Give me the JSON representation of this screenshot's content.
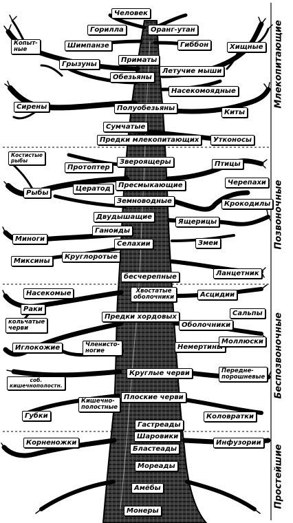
{
  "sections": {
    "mammals": "Млекопитающие",
    "vertebrates": "Позвоночные",
    "invertebrates": "Беспозвоночные",
    "protozoa": "Простейшие"
  },
  "labels": {
    "chelovek": "Человек",
    "gorilla": "Горилла",
    "orang": "Оранг-утан",
    "shimpanze": "Шимпанзе",
    "gibbon": "Гиббон",
    "kopytnye": "Копыт-\nные",
    "hishchnye": "Хищные",
    "gryzuny": "Грызуны",
    "primaty": "Приматы",
    "obezyany": "Обезьяны",
    "letuchie": "Летучие мыши",
    "nasekomoyadnye": "Насекомоядные",
    "sireny": "Сирены",
    "poluobezyany": "Полуобезьяны",
    "kity": "Киты",
    "sumchatye": "Сумчатые",
    "predki_mlek": "Предки млекопитающих",
    "utkonosy": "Утконосы",
    "kostistye": "Костистые\nрыбы",
    "protopter": "Протоптер",
    "zveroyashchery": "Звероящеры",
    "ptitsy": "Птицы",
    "cheratod": "Цератод",
    "cherepakhi": "Черепахи",
    "ryby": "Рыбы",
    "presmykayushchiesya": "Пресмыкающие",
    "zemnovodnye": "Земноводные",
    "krokodily": "Крокодилы",
    "dvudyshashchie": "Двудышащие",
    "yashcheritsy": "Ящерицы",
    "ganoidy": "Ганоиды",
    "minogi": "Миноги",
    "selakhii": "Селахии",
    "zmei": "Змеи",
    "miksiny": "Миксины",
    "kruglorotye": "Круглоротые",
    "lantsetnik": "Ланцетник",
    "bescherepnye": "бесчерепные",
    "nasekomye": "Насекомые",
    "khvostatye": "Хвостатые\nоболочники",
    "astsidii": "Асцидии",
    "raki": "Раки",
    "salpy": "Сальпы",
    "predki_khordovykh": "Предки хордовых",
    "kolchatye": "кольчатые\nчерви",
    "obolochniki": "Оболочники",
    "iglokozhie": "Иглокожие",
    "chlenistonogie": "Членисто-\nногие",
    "nemertiny": "Немертины",
    "mollyuski": "Моллюски",
    "kruglye": "Круглые черви",
    "peredneporoshnevye": "Передне-\nпорошневые",
    "sob_kishechnopolostnye": "соб.\nкишечнополостн.",
    "ploskie": "Плоские черви",
    "kishechnopolostnye": "Кишечно-\nполостные",
    "gubki": "Губки",
    "kolovratki": "Коловратки",
    "gastready": "Гастреады",
    "sharoviki": "Шаровики",
    "korenozhki": "Корненожки",
    "blasteady": "Бластеады",
    "infuzorii": "Инфузории",
    "moready": "Мореады",
    "ameby": "Амёбы",
    "monery": "Монеры"
  }
}
